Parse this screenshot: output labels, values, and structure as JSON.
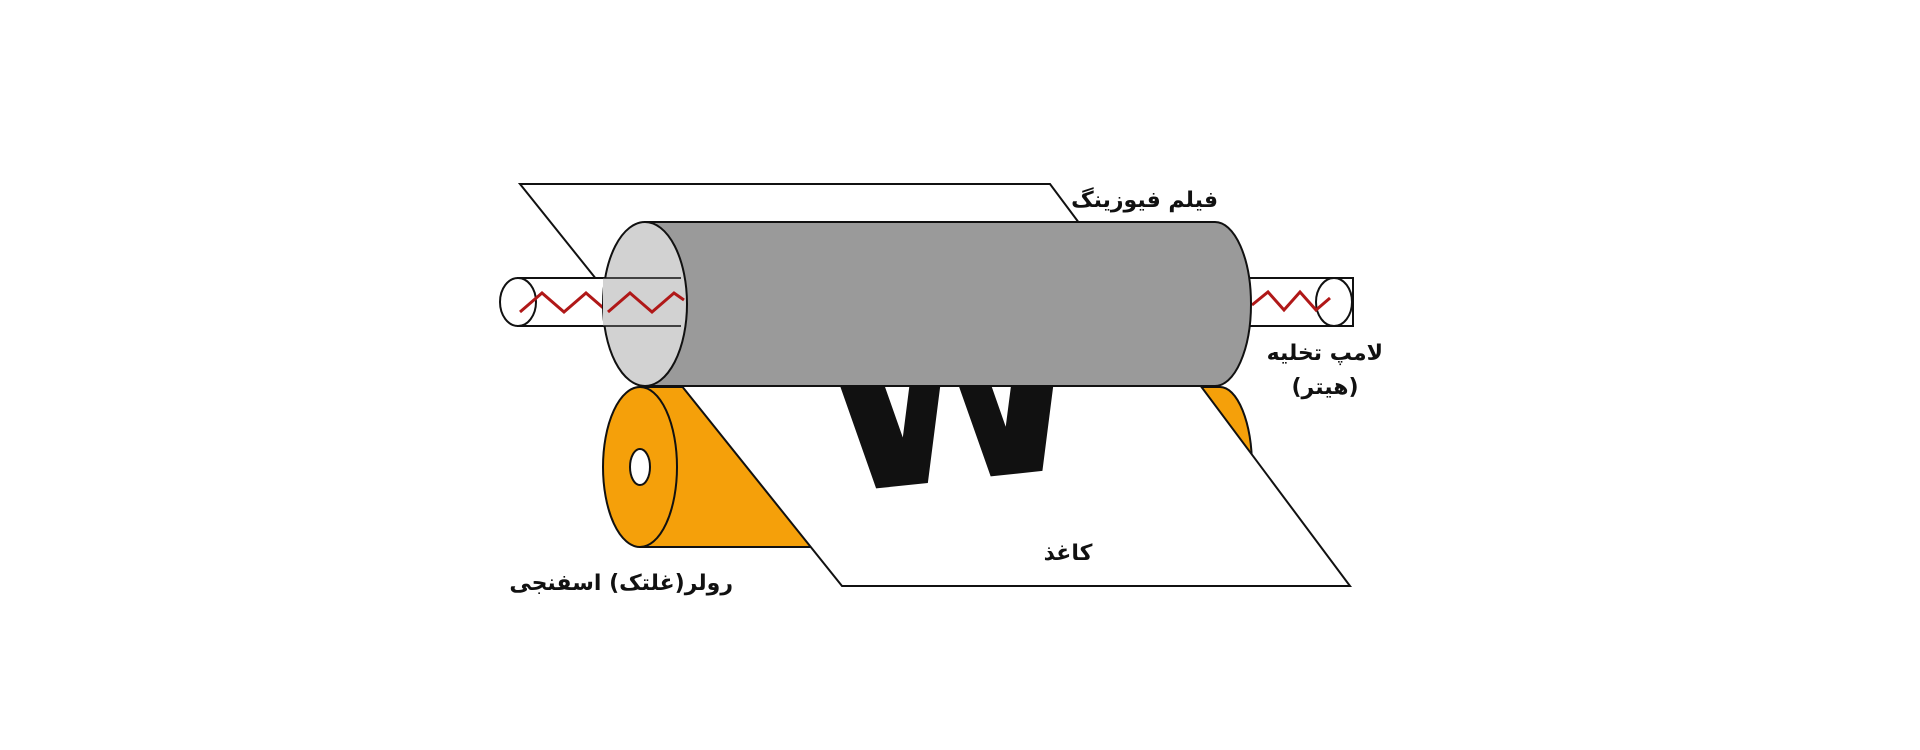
{
  "diagram": {
    "labels": {
      "fusing_film": "فیلم فیوزینگ",
      "lamp_line1": "لامپ تخلیه",
      "lamp_line2": "(هیتر)",
      "paper": "کاغذ",
      "roller": "رولر(غلتک) اسفنجی"
    },
    "paper_mark": "W",
    "colors": {
      "film_body": "#9a9a9a",
      "film_end": "#d2d2d2",
      "sponge_roller": "#f5a00a",
      "heater_coil": "#b01818",
      "outline": "#111111",
      "paper": "#ffffff"
    }
  }
}
